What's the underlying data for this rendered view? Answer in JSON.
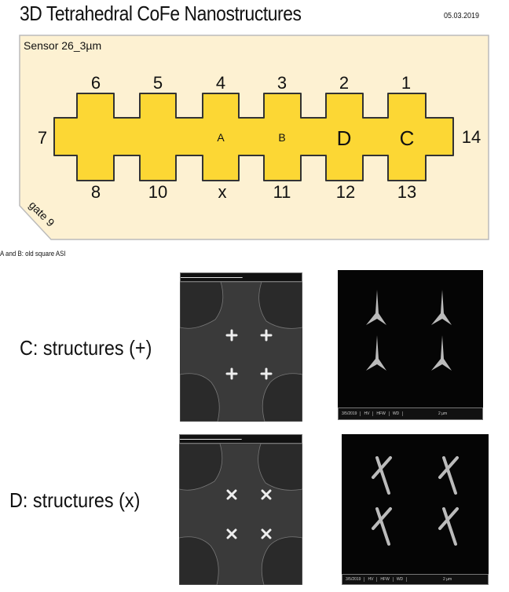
{
  "header": {
    "title": "3D Tetrahedral CoFe Nanostructures",
    "date": "05.03.2019"
  },
  "chip": {
    "sensor_label": "Sensor 26_3µm",
    "top_contacts": [
      "6",
      "5",
      "4",
      "3",
      "2",
      "1"
    ],
    "bottom_contacts": [
      "8",
      "10",
      "x",
      "11",
      "12",
      "13"
    ],
    "left_contact": "7",
    "right_contact": "14",
    "regions": [
      "A",
      "B",
      "D",
      "C"
    ],
    "gate_label": "gate 9",
    "pad_color": "#fcd734",
    "board_color": "#fdf1d2"
  },
  "note": "A and B: old square ASI",
  "rows": [
    {
      "label": "C: structures (+)",
      "scale_label": "2 µm",
      "info": [
        "3/5/2019",
        "HV",
        "HFW",
        "WD"
      ]
    },
    {
      "label": "D: structures (x)",
      "scale_label": "2 µm",
      "info": [
        "3/5/2019",
        "HV",
        "HFW",
        "WD"
      ]
    }
  ]
}
